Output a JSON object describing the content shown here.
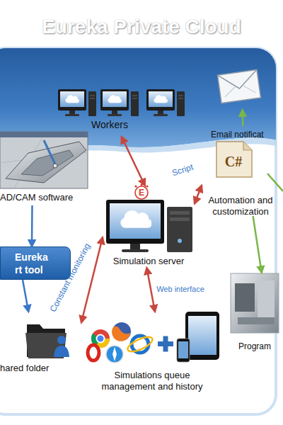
{
  "diagram": {
    "title": "Eureka Private Cloud",
    "nodes": [
      {
        "text": [
          "Workers"
        ]
      },
      {
        "text": [
          "Email notificat"
        ]
      },
      {
        "text": [
          "AD/CAM software"
        ]
      },
      {
        "text": [
          "Simulation server"
        ]
      },
      {
        "text": [
          "Automation and customization"
        ]
      },
      {
        "text": [
          "Eureka rt tool"
        ]
      },
      {
        "text": [
          "hared folder"
        ]
      },
      {
        "text": [
          "Simulations queue management and history"
        ]
      },
      {
        "text": [
          "Program"
        ]
      }
    ],
    "edges": [
      {
        "from": 0,
        "to": 3,
        "arrow": "both"
      },
      {
        "from": 3,
        "to": 4,
        "label": "Script",
        "arrow": "both"
      },
      {
        "from": 4,
        "to": 1,
        "arrow": "to"
      },
      {
        "from": 4,
        "to": 8,
        "arrow": "to"
      },
      {
        "from": 2,
        "to": 5,
        "arrow": "to"
      },
      {
        "from": 5,
        "to": 6,
        "arrow": "to"
      },
      {
        "from": 6,
        "to": 3,
        "label": "Constant monitoring",
        "arrow": "both"
      },
      {
        "from": 3,
        "to": 7,
        "label": "Web interface",
        "arrow": "both"
      }
    ],
    "labels": [
      "E",
      "C#"
    ]
  }
}
